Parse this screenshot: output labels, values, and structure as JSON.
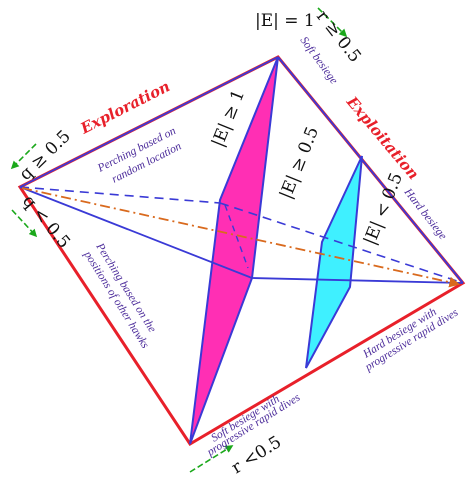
{
  "labels": {
    "top_equation": "|E| = 1",
    "r_ge": "r ≥ 0.5",
    "r_lt": "r <0.5",
    "q_ge": "q ≥ 0.5",
    "q_lt": "q < 0.5",
    "E_ge_1": "|E| ≥ 1",
    "E_ge_05": "|E| ≥ 0.5",
    "E_lt_05": "|E| < 0.5"
  },
  "phases": {
    "exploration": "Exploration",
    "exploitation": "Exploitation"
  },
  "strategies": {
    "perch_random_1": "Perching based on",
    "perch_random_2": "random location",
    "perch_hawks_1": "Perching based on the",
    "perch_hawks_2": "positions of other hawks",
    "soft_besiege": "Soft besiege",
    "hard_besiege": "Hard besiege",
    "hard_dives_1": "Hard besiege with",
    "hard_dives_2": "progressive rapid dives",
    "soft_dives_1": "Soft besiege with",
    "soft_dives_2": "progressive rapid dives"
  },
  "colors": {
    "frame": "#e8202a",
    "line": "#3a3ad6",
    "magenta": "#ff2fb4",
    "cyan": "#3ff0ff",
    "dashdot": "#d96a1e",
    "arrow": "#1ba81b"
  }
}
